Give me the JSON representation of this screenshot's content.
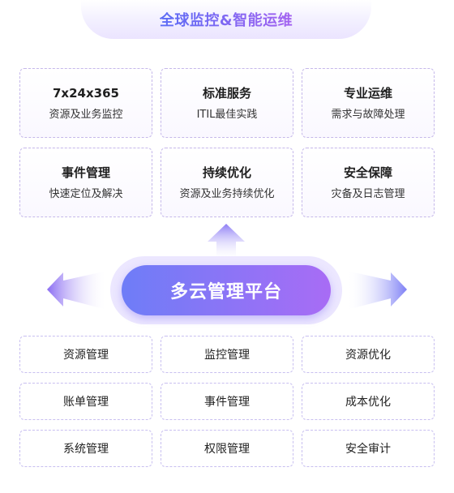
{
  "header": {
    "title": "全球监控&智能运维"
  },
  "services": [
    {
      "title": "7x24x365",
      "desc": "资源及业务监控"
    },
    {
      "title": "标准服务",
      "desc": "ITIL最佳实践"
    },
    {
      "title": "专业运维",
      "desc": "需求与故障处理"
    },
    {
      "title": "事件管理",
      "desc": "快速定位及解决"
    },
    {
      "title": "持续优化",
      "desc": "资源及业务持续优化"
    },
    {
      "title": "安全保障",
      "desc": "灾备及日志管理"
    }
  ],
  "platform": {
    "label": "多云管理平台"
  },
  "modules": [
    "资源管理",
    "监控管理",
    "资源优化",
    "账单管理",
    "事件管理",
    "成本优化",
    "系统管理",
    "权限管理",
    "安全审计"
  ],
  "colors": {
    "accent_start": "#6e7df7",
    "accent_end": "#a86cf5",
    "border": "#c5b8ea"
  }
}
